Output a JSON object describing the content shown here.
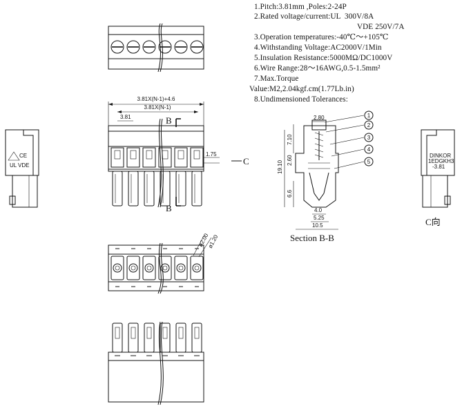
{
  "specs": {
    "line1": "1.Pitch:3.81mm ,Poles:2-24P",
    "line2": "2.Rated voltage/current:UL  300V/8A",
    "line2b": "VDE 250V/7A",
    "line3": "3.Operation temperatures:-40℃～+105℃",
    "line4": "4.Withstanding Voltage:AC2000V/1Min",
    "line5": "5.Insulation Resistance:5000MΩ/DC1000V",
    "line6": "6.Wire Range:28～16AWG,0.5-1.5mm²",
    "line7": "7.Max.Torque",
    "line7b": "Value:M2,2.04kgf.cm(1.77Lb.in)",
    "line8": "8.Undimensioned Tolerances:"
  },
  "front_view": {
    "dim_total": "3.81X(N-1)+4.6",
    "dim_span": "3.81X(N-1)",
    "dim_pitch": "3.81",
    "dim_height": "1.75",
    "section_mark_top": "B",
    "section_mark_bottom": "B",
    "view_arrow": "C"
  },
  "top_view": {
    "dim_hole": "ø2.00",
    "dim_pin": "ø1.20"
  },
  "section": {
    "title": "Section B-B",
    "dims": {
      "d280": "2.80",
      "d710": "7.10",
      "d1910": "19.10",
      "d260": "2.60",
      "d66": "6.6",
      "d40": "4.0",
      "d525": "5.25",
      "d105": "10.5"
    },
    "callouts": [
      "1",
      "2",
      "3",
      "4",
      "5"
    ]
  },
  "side_view_right": {
    "label": "C向",
    "marking_1": "DINKOR",
    "marking_2": "1EDGKH3",
    "marking_3": "-3.81"
  },
  "side_view_left": {
    "cert_ce": "CE",
    "cert_ul": "UL",
    "cert_vde": "VDE"
  },
  "colors": {
    "line": "#111111",
    "background": "#ffffff"
  }
}
